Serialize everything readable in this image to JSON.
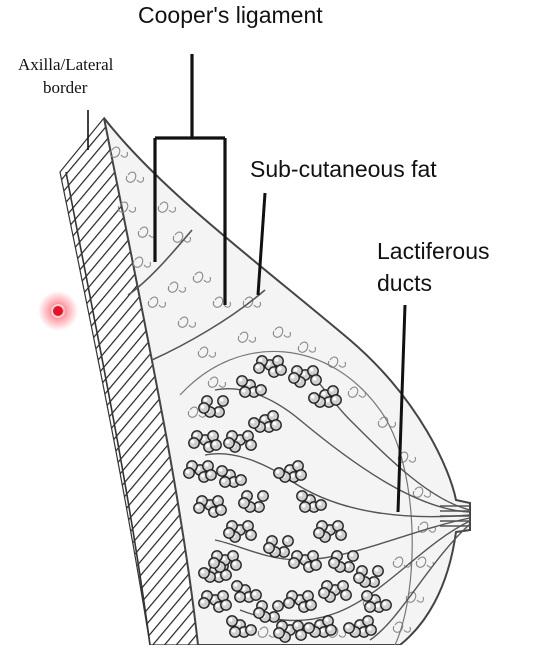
{
  "labels": {
    "coopers_ligament": "Cooper's ligament",
    "axilla_line1": "Axilla/Lateral",
    "axilla_line2": "border",
    "subcutaneous_fat": "Sub-cutaneous fat",
    "lactiferous_line1": "Lactiferous",
    "lactiferous_line2": "ducts"
  },
  "colors": {
    "line": "#111111",
    "fill": "#f4f4f4",
    "stroke": "#555555",
    "pointer_dot": "#e8102a"
  }
}
